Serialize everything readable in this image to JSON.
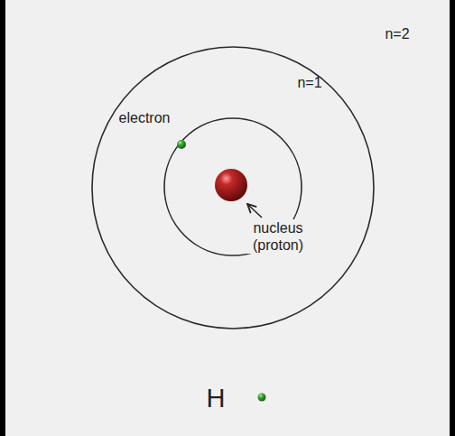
{
  "diagram": {
    "labels": [
      "n=2",
      "n=1",
      "electron",
      "nucleus (proton)",
      "H"
    ]
  }
}
